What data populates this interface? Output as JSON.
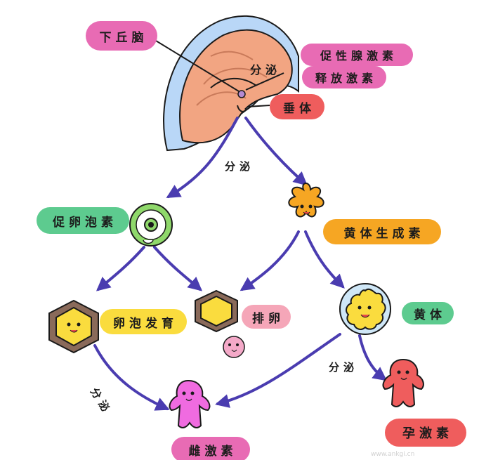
{
  "labels": {
    "hypothalamus": "下丘脑",
    "gnrh": "促性腺激素",
    "releasing_hormone": "释放激素",
    "pituitary": "垂体",
    "fsh": "促卵泡素",
    "lh": "黄体生成素",
    "follicle_development": "卵泡发育",
    "ovulation": "排卵",
    "corpus_luteum": "黄体",
    "estrogen": "雌激素",
    "progesterone": "孕激素"
  },
  "secretion_labels": {
    "brain": "分泌",
    "pituitary_down": "分泌",
    "corpus_luteum": "分泌",
    "follicle": "分泌"
  },
  "watermark": "www.ankgi.cn",
  "colors": {
    "pink_pill": "#e86bb4",
    "red_pill": "#ef5d5d",
    "green_pill": "#5dcb8f",
    "orange_pill": "#f6a623",
    "yellow_pill": "#fadc3e",
    "brain": "#f2a582",
    "brain_halo": "#b9d7f7",
    "arrow": "#4a3cb0"
  }
}
